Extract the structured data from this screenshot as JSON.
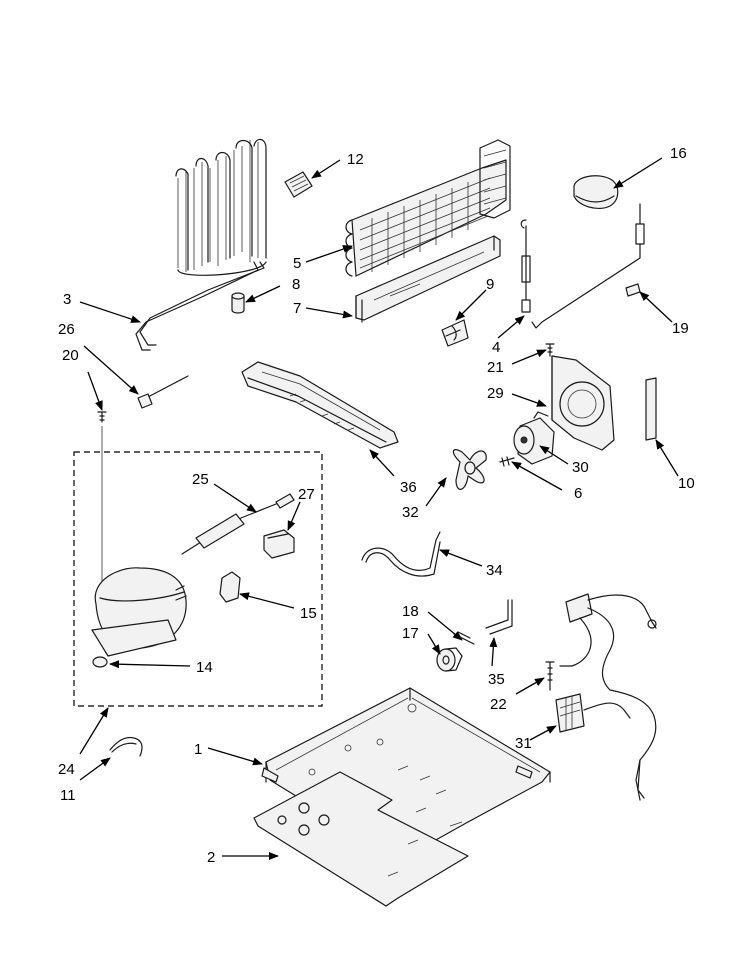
{
  "callouts": {
    "c1": "1",
    "c2": "2",
    "c3": "3",
    "c4": "4",
    "c5": "5",
    "c6": "6",
    "c7": "7",
    "c8": "8",
    "c9": "9",
    "c10": "10",
    "c11": "11",
    "c12": "12",
    "c14": "14",
    "c15": "15",
    "c16": "16",
    "c17": "17",
    "c18": "18",
    "c19": "19",
    "c20": "20",
    "c21": "21",
    "c22": "22",
    "c24": "24",
    "c25": "25",
    "c26": "26",
    "c27": "27",
    "c29": "29",
    "c30": "30",
    "c31": "31",
    "c32": "32",
    "c34": "34",
    "c35": "35",
    "c36": "36"
  }
}
